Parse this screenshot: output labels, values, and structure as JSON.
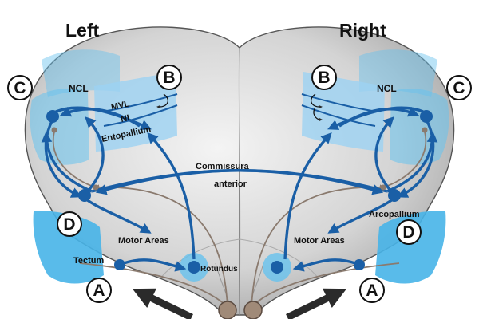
{
  "hemispheres": {
    "left": "Left",
    "right": "Right"
  },
  "badges": {
    "a": "A",
    "b": "B",
    "c": "C",
    "d": "D"
  },
  "regions": {
    "ncl": "NCL",
    "mvl": "MVL",
    "ni": "NI",
    "entopallium": "Entopallium",
    "commissura_line1": "Commissura",
    "commissura_line2": "anterior",
    "arcopallium": "Arcopallium",
    "motor_areas": "Motor Areas",
    "tectum": "Tectum",
    "rotundus": "Rotundus"
  },
  "colors": {
    "pathway": "#1a5fa6",
    "region_fill": "#66c2ee",
    "pallium_fill": "#9cd2f2",
    "sensory_input": "#8a7a6e",
    "eye_input": "#2b2b2b"
  }
}
